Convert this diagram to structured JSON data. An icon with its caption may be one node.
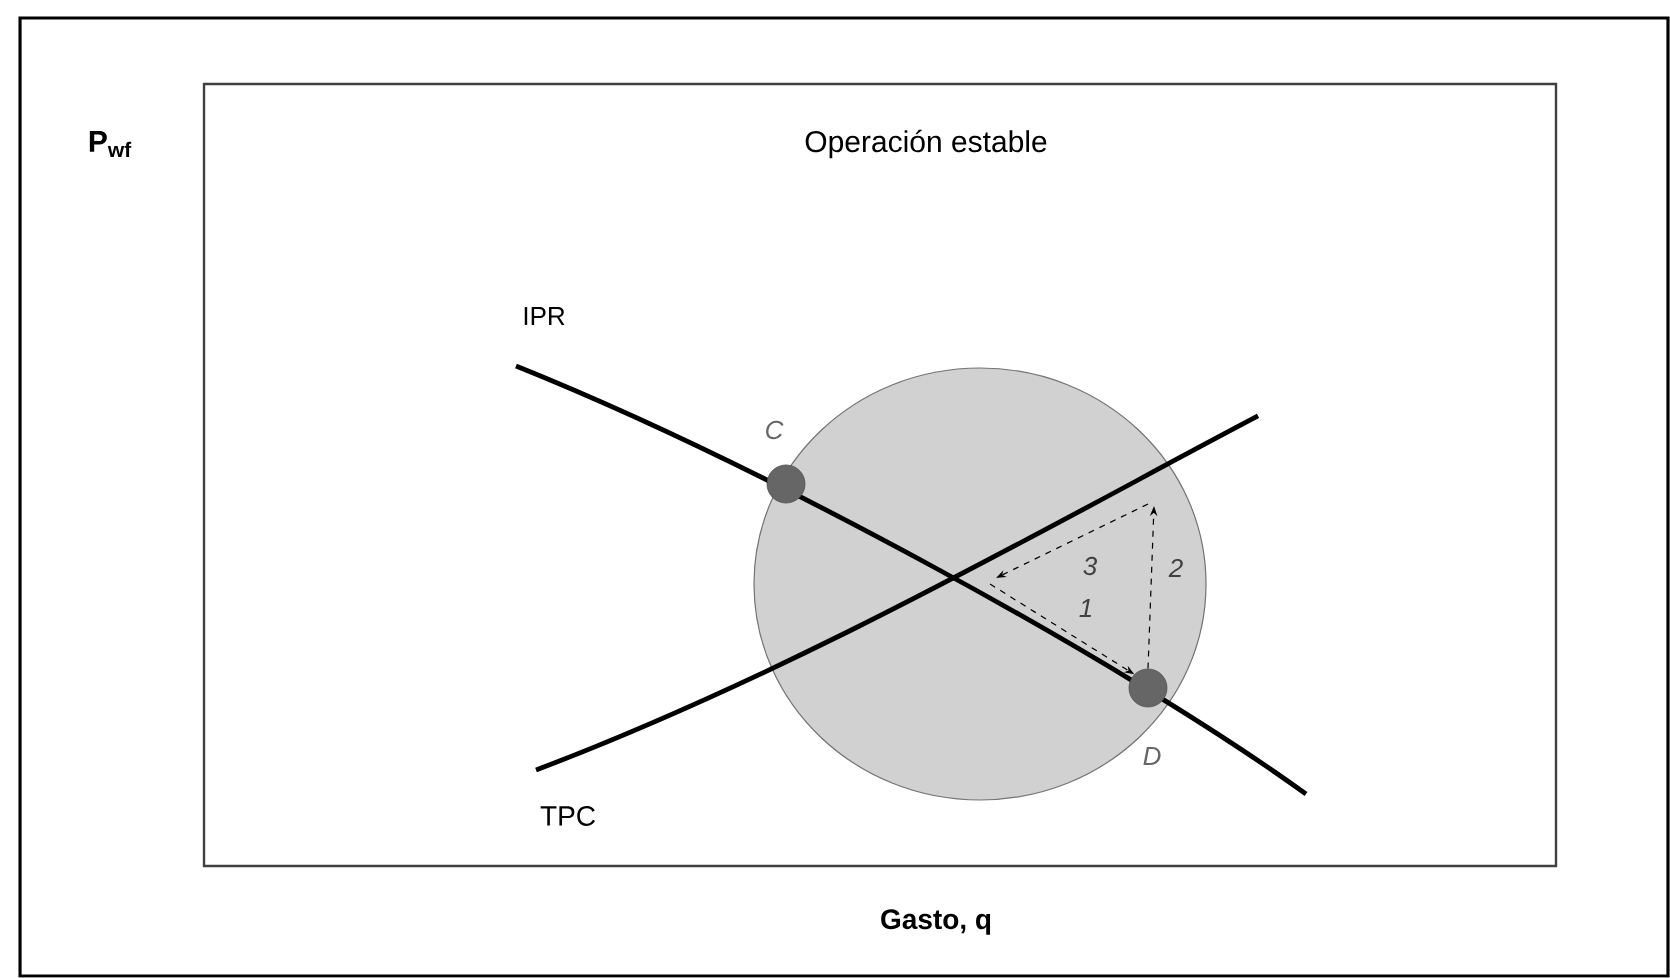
{
  "diagram": {
    "nodes": [
      {
        "text": [],
        "shape": "circle",
        "beside": [
          "C"
        ]
      },
      {
        "text": [],
        "shape": "circle",
        "beside": [
          "D"
        ]
      }
    ],
    "edges": [
      {
        "from": null,
        "to": 1,
        "arrow": "to",
        "style": "dashed",
        "label": "1"
      },
      {
        "from": 1,
        "to": null,
        "arrow": "to",
        "style": "dashed",
        "label": "2"
      }
    ],
    "labels": [
      "P$_{wf}$",
      "Operación estable",
      "IPR",
      "3",
      "TPC",
      "Gasto, q"
    ]
  }
}
